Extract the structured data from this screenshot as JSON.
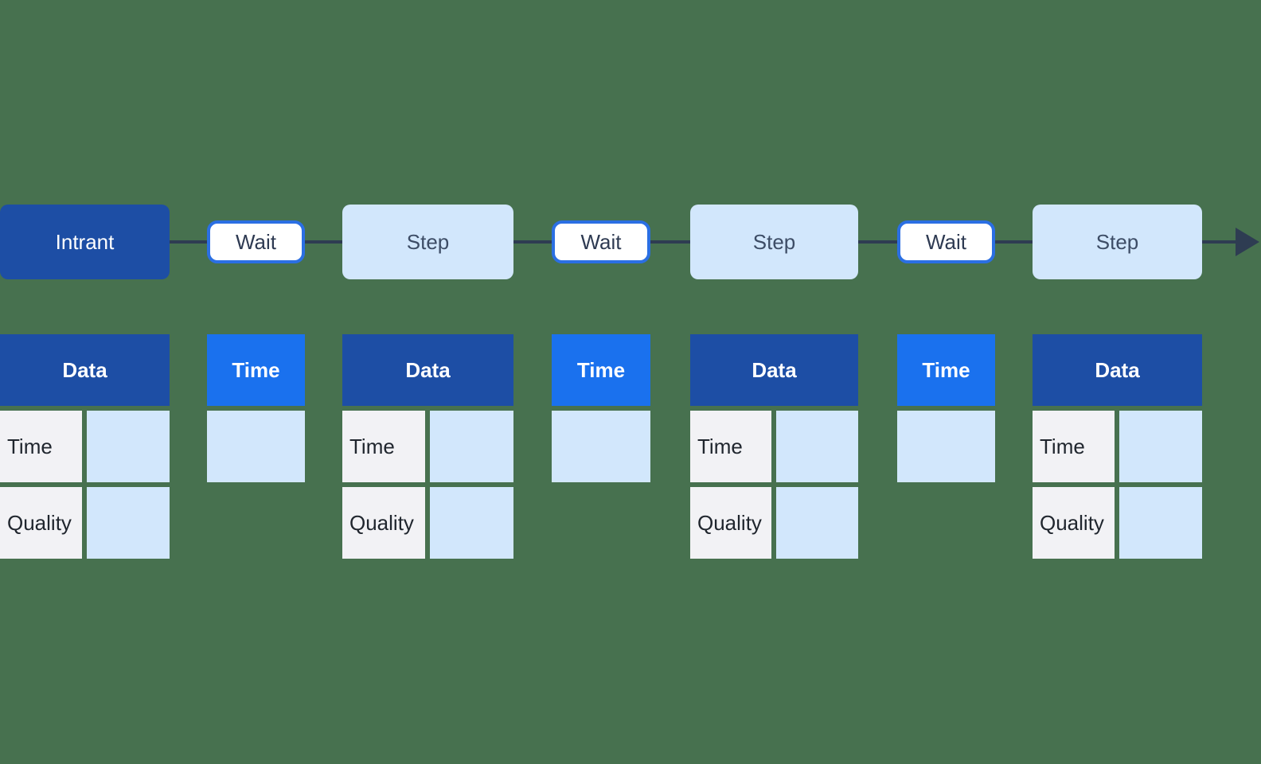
{
  "background_color": "#47714f",
  "palette": {
    "dark_blue": "#1d4ea5",
    "bright_blue": "#1a71ee",
    "wait_border_blue": "#2b6fe3",
    "light_blue_fill": "#d2e7fc",
    "light_gray_fill": "#f2f2f5",
    "connector_line": "#2e3c52",
    "white": "#ffffff"
  },
  "flow": {
    "arrow_icon": "arrow-right-icon"
  },
  "columns": [
    {
      "node": {
        "label": "Intrant",
        "type": "start"
      },
      "table": {
        "header": "Data",
        "rows": [
          {
            "label": "Time",
            "value": ""
          },
          {
            "label": "Quality",
            "value": ""
          }
        ]
      }
    },
    {
      "node": {
        "label": "Wait",
        "type": "wait"
      },
      "table": {
        "header": "Time",
        "rows": [
          {
            "value": ""
          }
        ]
      }
    },
    {
      "node": {
        "label": "Step",
        "type": "step"
      },
      "table": {
        "header": "Data",
        "rows": [
          {
            "label": "Time",
            "value": ""
          },
          {
            "label": "Quality",
            "value": ""
          }
        ]
      }
    },
    {
      "node": {
        "label": "Wait",
        "type": "wait"
      },
      "table": {
        "header": "Time",
        "rows": [
          {
            "value": ""
          }
        ]
      }
    },
    {
      "node": {
        "label": "Step",
        "type": "step"
      },
      "table": {
        "header": "Data",
        "rows": [
          {
            "label": "Time",
            "value": ""
          },
          {
            "label": "Quality",
            "value": ""
          }
        ]
      }
    },
    {
      "node": {
        "label": "Wait",
        "type": "wait"
      },
      "table": {
        "header": "Time",
        "rows": [
          {
            "value": ""
          }
        ]
      }
    },
    {
      "node": {
        "label": "Step",
        "type": "step"
      },
      "table": {
        "header": "Data",
        "rows": [
          {
            "label": "Time",
            "value": ""
          },
          {
            "label": "Quality",
            "value": ""
          }
        ]
      }
    }
  ]
}
